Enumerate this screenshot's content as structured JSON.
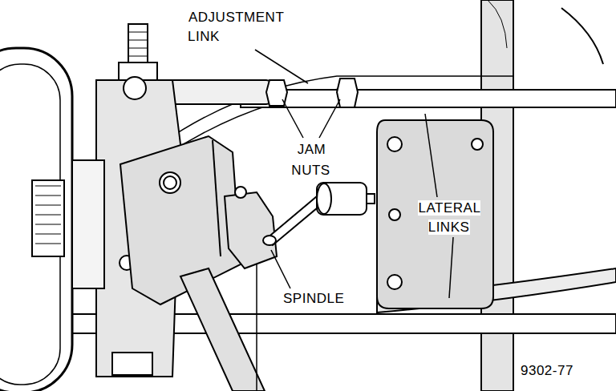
{
  "diagram": {
    "labels": [
      "ADJUSTMENT LINK",
      "JAM NUTS",
      "LATERAL LINKS",
      "SPINDLE",
      "9302-77"
    ]
  }
}
